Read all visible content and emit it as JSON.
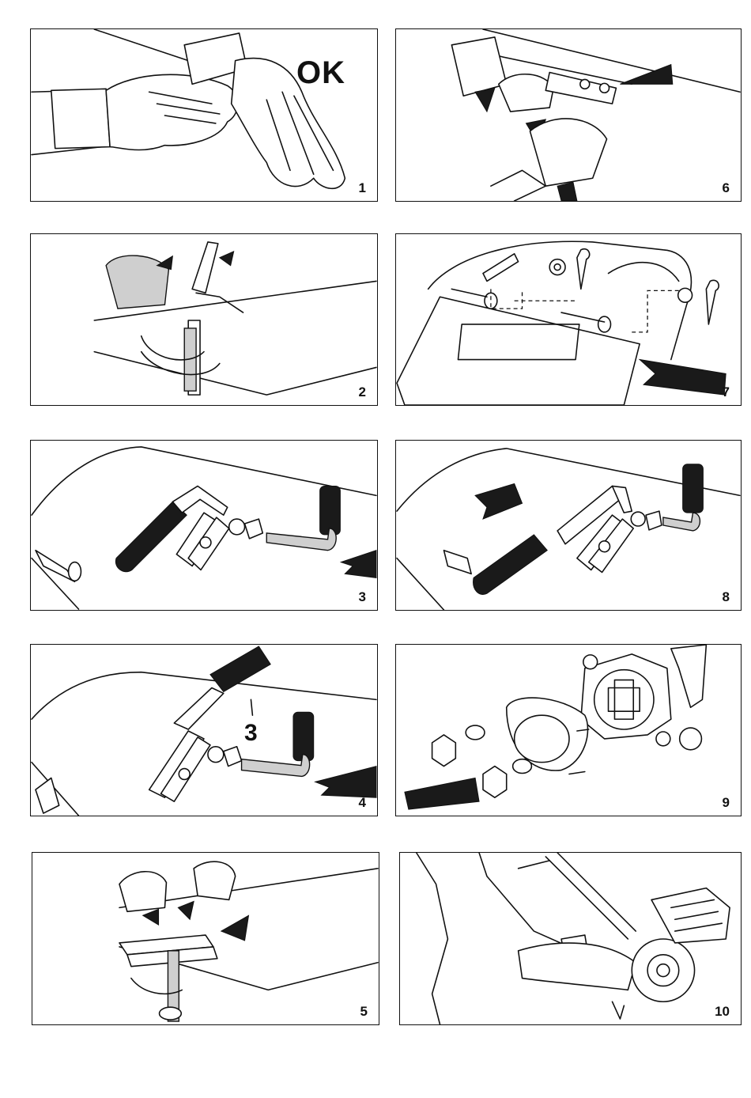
{
  "panels": [
    {
      "num": "1"
    },
    {
      "num": "2"
    },
    {
      "num": "3"
    },
    {
      "num": "4"
    },
    {
      "num": "5"
    },
    {
      "num": "6"
    },
    {
      "num": "7"
    },
    {
      "num": "8"
    },
    {
      "num": "9"
    },
    {
      "num": "10"
    }
  ],
  "panel1_label": "OK",
  "panel4_callout": "3"
}
